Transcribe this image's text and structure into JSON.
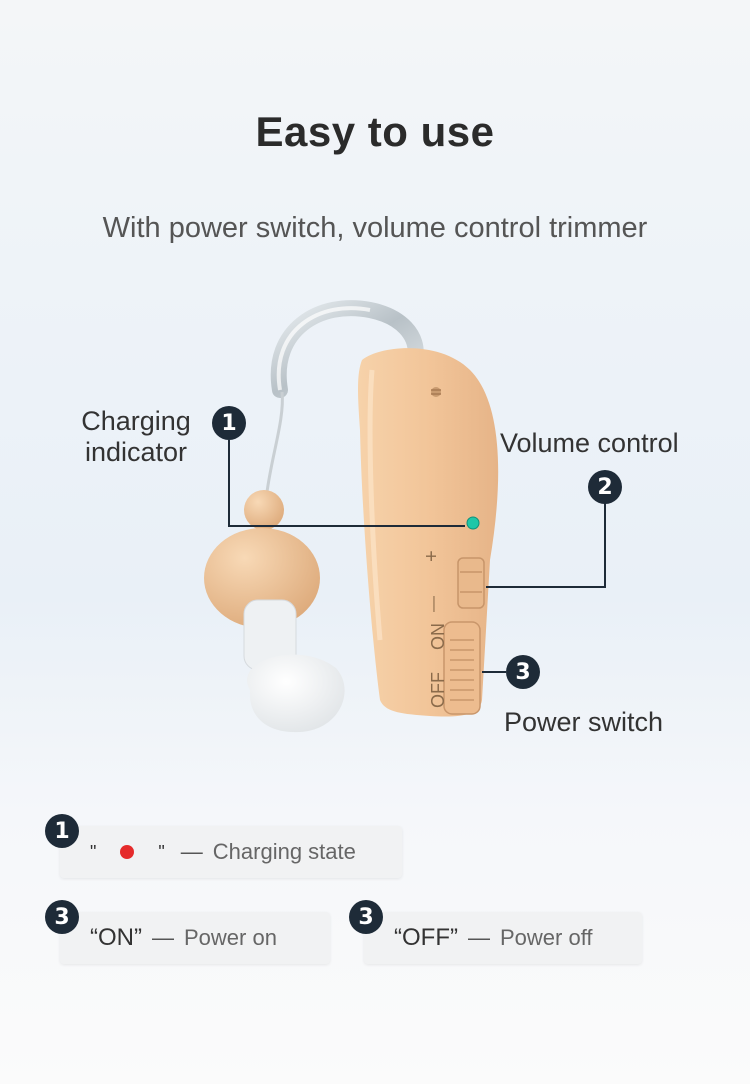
{
  "header": {
    "title": "Easy to use",
    "subtitle": "With power switch, volume control trimmer"
  },
  "callouts": {
    "charging_indicator": {
      "number": "1",
      "label_line1": "Charging",
      "label_line2": "indicator"
    },
    "volume_control": {
      "number": "2",
      "label": "Volume control"
    },
    "power_switch": {
      "number": "3",
      "label": "Power switch"
    }
  },
  "device_markings": {
    "plus": "+",
    "minus": "—",
    "on": "ON",
    "off": "OFF"
  },
  "legend": {
    "charging": {
      "number": "1",
      "open_quote": "\"",
      "close_quote": "\"",
      "dash": "—",
      "text": "Charging state",
      "dot_color": "#e52b2b"
    },
    "power_on": {
      "number": "3",
      "quote": "“ON”",
      "dash": "—",
      "text": "Power on"
    },
    "power_off": {
      "number": "3",
      "quote": "“OFF”",
      "dash": "—",
      "text": "Power off"
    }
  },
  "colors": {
    "device_body": "#f1c9a0",
    "badge": "#1e2b38",
    "indicator_led": "#1fc7a8"
  }
}
